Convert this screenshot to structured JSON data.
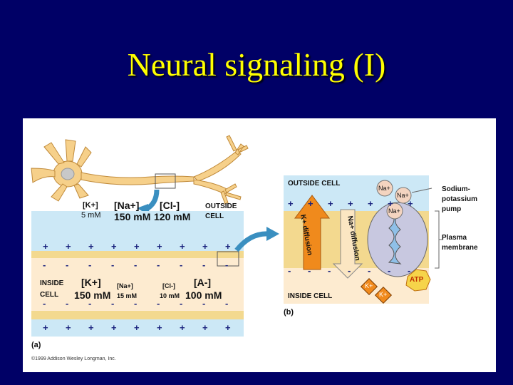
{
  "title": "Neural signaling (I)",
  "panel_a": {
    "ext_k": "[K+]",
    "ext_k_val": "5 mM",
    "ext_na": "[Na+]",
    "ext_na_val": "150 mM",
    "ext_cl": "[Cl-]",
    "ext_cl_val": "120 mM",
    "outside_1": "OUTSIDE",
    "outside_2": "CELL",
    "inside_1": "INSIDE",
    "inside_2": "CELL",
    "int_k": "[K+]",
    "int_k_val": "150 mM",
    "int_na": "[Na+]",
    "int_na_val": "15 mM",
    "int_cl": "[Cl-]",
    "int_cl_val": "10 mM",
    "int_a": "[A-]",
    "int_a_val": "100 mM",
    "plus": "+",
    "minus": "-",
    "label": "(a)"
  },
  "panel_b": {
    "outside_cell": "OUTSIDE CELL",
    "inside_cell": "INSIDE CELL",
    "k_diffusion": "K+ diffusion",
    "na_diffusion": "Na+ diffusion",
    "na": "Na+",
    "k": "K+",
    "atp": "ATP",
    "pump_1": "Sodium-",
    "pump_2": "potassium",
    "pump_3": "pump",
    "membrane_1": "Plasma",
    "membrane_2": "membrane",
    "label": "(b)"
  },
  "copyright": "©1999 Addison Wesley Longman, Inc.",
  "colors": {
    "background": "#000066",
    "title": "#ffff00",
    "outside_fluid": "#cce8f6",
    "inside_fluid": "#fdebd0",
    "membrane": "#f3d98f",
    "neuron": "#f6d08a",
    "arrow": "#f08a1c"
  }
}
